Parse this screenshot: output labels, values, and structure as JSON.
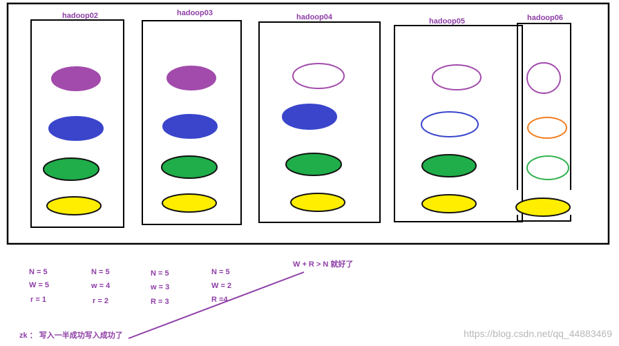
{
  "nodes": [
    {
      "name": "hadoop02",
      "disks": [
        {
          "stroke": "#a24bac",
          "fill": "#a24bac"
        },
        {
          "stroke": "#3a45cc",
          "fill": "#3a45cc"
        },
        {
          "stroke": "#111111",
          "fill": "#1fae4a"
        },
        {
          "stroke": "#111111",
          "fill": "#ffee00"
        }
      ]
    },
    {
      "name": "hadoop03",
      "disks": [
        {
          "stroke": "#a24bac",
          "fill": "#a24bac"
        },
        {
          "stroke": "#3a45cc",
          "fill": "#3a45cc"
        },
        {
          "stroke": "#111111",
          "fill": "#1fae4a"
        },
        {
          "stroke": "#111111",
          "fill": "#ffee00"
        }
      ]
    },
    {
      "name": "hadoop04",
      "disks": [
        {
          "stroke": "#a24bac",
          "fill": "#ffffff"
        },
        {
          "stroke": "#3a45cc",
          "fill": "#3a45cc"
        },
        {
          "stroke": "#111111",
          "fill": "#1fae4a"
        },
        {
          "stroke": "#111111",
          "fill": "#ffee00"
        }
      ]
    },
    {
      "name": "hadoop05",
      "disks": [
        {
          "stroke": "#a24bac",
          "fill": "#ffffff"
        },
        {
          "stroke": "#3a45cc",
          "fill": "#ffffff"
        },
        {
          "stroke": "#111111",
          "fill": "#1fae4a"
        },
        {
          "stroke": "#111111",
          "fill": "#ffee00"
        }
      ]
    },
    {
      "name": "hadoop06",
      "disks": [
        {
          "stroke": "#a24bac",
          "fill": "#ffffff"
        },
        {
          "stroke": "#f07f22",
          "fill": "#ffffff"
        },
        {
          "stroke": "#2fb24f",
          "fill": "#ffffff"
        },
        {
          "stroke": "#111111",
          "fill": "#ffee00"
        }
      ]
    }
  ],
  "configs": [
    {
      "n": "N =  5",
      "w": "W = 5",
      "r": "r  = 1"
    },
    {
      "n": "N = 5",
      "w": "w = 4",
      "r": "r  = 2"
    },
    {
      "n": "N = 5",
      "w": "w  = 3",
      "r": "R = 3"
    },
    {
      "n": "N = 5",
      "w": "W = 2",
      "r": "R =4"
    }
  ],
  "rule_text": "W + R > N 就好了",
  "zk_text": "zk ： 写入一半成功写入成功了",
  "watermark": "https://blog.csdn.net/qq_44883469",
  "colors": {
    "accent_text": "#8e3ea6",
    "arrow": "#8e3ea6",
    "frame": "#000000"
  }
}
